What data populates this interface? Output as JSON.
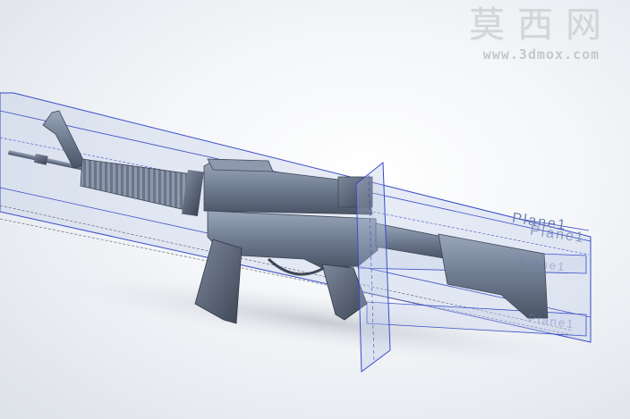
{
  "watermark": {
    "title": "莫西网",
    "url": "www.3dmox.com"
  },
  "planes": {
    "front_label": "Plane1",
    "overlap_label": "Plane1",
    "reflected_label_1": "Plane1",
    "reflected_label_2": "Plane1"
  },
  "colors": {
    "plane_edge": "#3a4cc8",
    "plane_fill": "#b9c6e6",
    "model_steel": "#6f7b90",
    "model_dark": "#3e4655",
    "background": "#eef1f5"
  },
  "icons": {
    "model": "rifle-model"
  }
}
